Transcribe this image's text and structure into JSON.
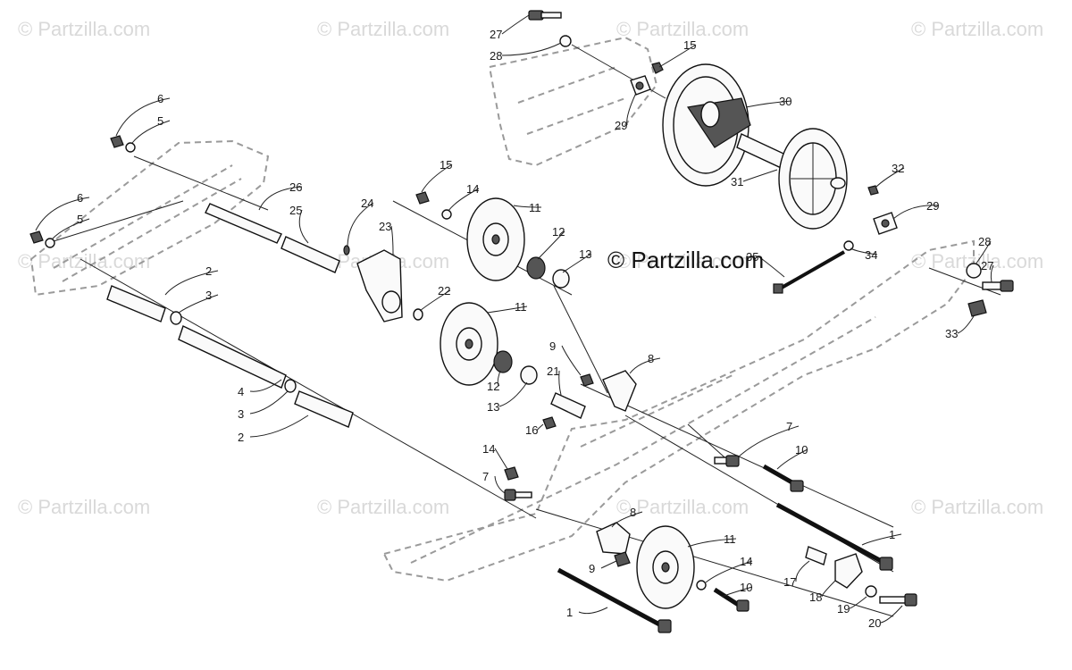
{
  "watermarks": [
    "© Partzilla.com",
    "© Partzilla.com",
    "© Partzilla.com",
    "© Partzilla.com",
    "© Partzilla.com",
    "© Partzilla.com",
    "© Partzilla.com",
    "© Partzilla.com",
    "© Partzilla.com",
    "© Partzilla.com",
    "© Partzilla.com",
    "© Partzilla.com"
  ],
  "brand_text": "© Partzilla.com",
  "callouts": [
    "27",
    "28",
    "15",
    "29",
    "30",
    "31",
    "32",
    "29",
    "35",
    "34",
    "28",
    "27",
    "33",
    "6",
    "5",
    "6",
    "5",
    "26",
    "25",
    "24",
    "23",
    "15",
    "14",
    "11",
    "12",
    "13",
    "22",
    "2",
    "3",
    "4",
    "3",
    "2",
    "11",
    "12",
    "13",
    "9",
    "8",
    "21",
    "16",
    "7",
    "10",
    "14",
    "7",
    "8",
    "9",
    "11",
    "14",
    "10",
    "1",
    "17",
    "18",
    "19",
    "20",
    "1"
  ]
}
